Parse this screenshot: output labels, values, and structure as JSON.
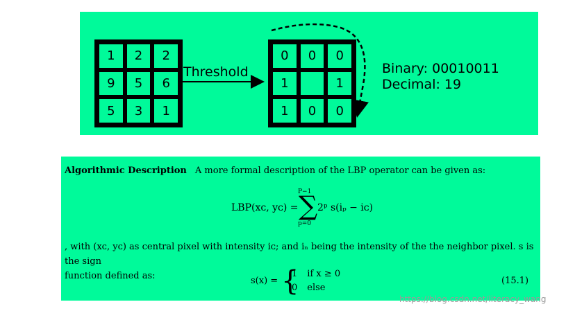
{
  "top_diagram": {
    "input_grid": [
      "1",
      "2",
      "2",
      "9",
      "5",
      "6",
      "5",
      "3",
      "1"
    ],
    "threshold_label": "Threshold",
    "output_grid": [
      "0",
      "0",
      "0",
      "1",
      "",
      "1",
      "1",
      "0",
      "0"
    ],
    "binary_text": "Binary: 00010011",
    "decimal_text": "Decimal: 19"
  },
  "description": {
    "heading": "Algorithmic Description",
    "intro": "A more formal description of the LBP operator can be given as:",
    "formula1": {
      "lhs": "LBP(xᴄ, yᴄ) =",
      "sum_upper": "P−1",
      "sum_lower": "p=0",
      "rhs": "2ᵖ s(iₚ − iᴄ)"
    },
    "text_line1": ", with (xᴄ, yᴄ) as central pixel with intensity iᴄ; and iₙ being the intensity of the the neighbor pixel. s is the sign",
    "text_line2": "function defined as:",
    "formula2": {
      "lhs": "s(x) =",
      "case1_value": "1",
      "case1_cond": "if x ≥ 0",
      "case2_value": "0",
      "case2_cond": "else"
    },
    "equation_number": "(15.1)"
  },
  "watermark": "https://blog.csdn.net/literacy_wang"
}
